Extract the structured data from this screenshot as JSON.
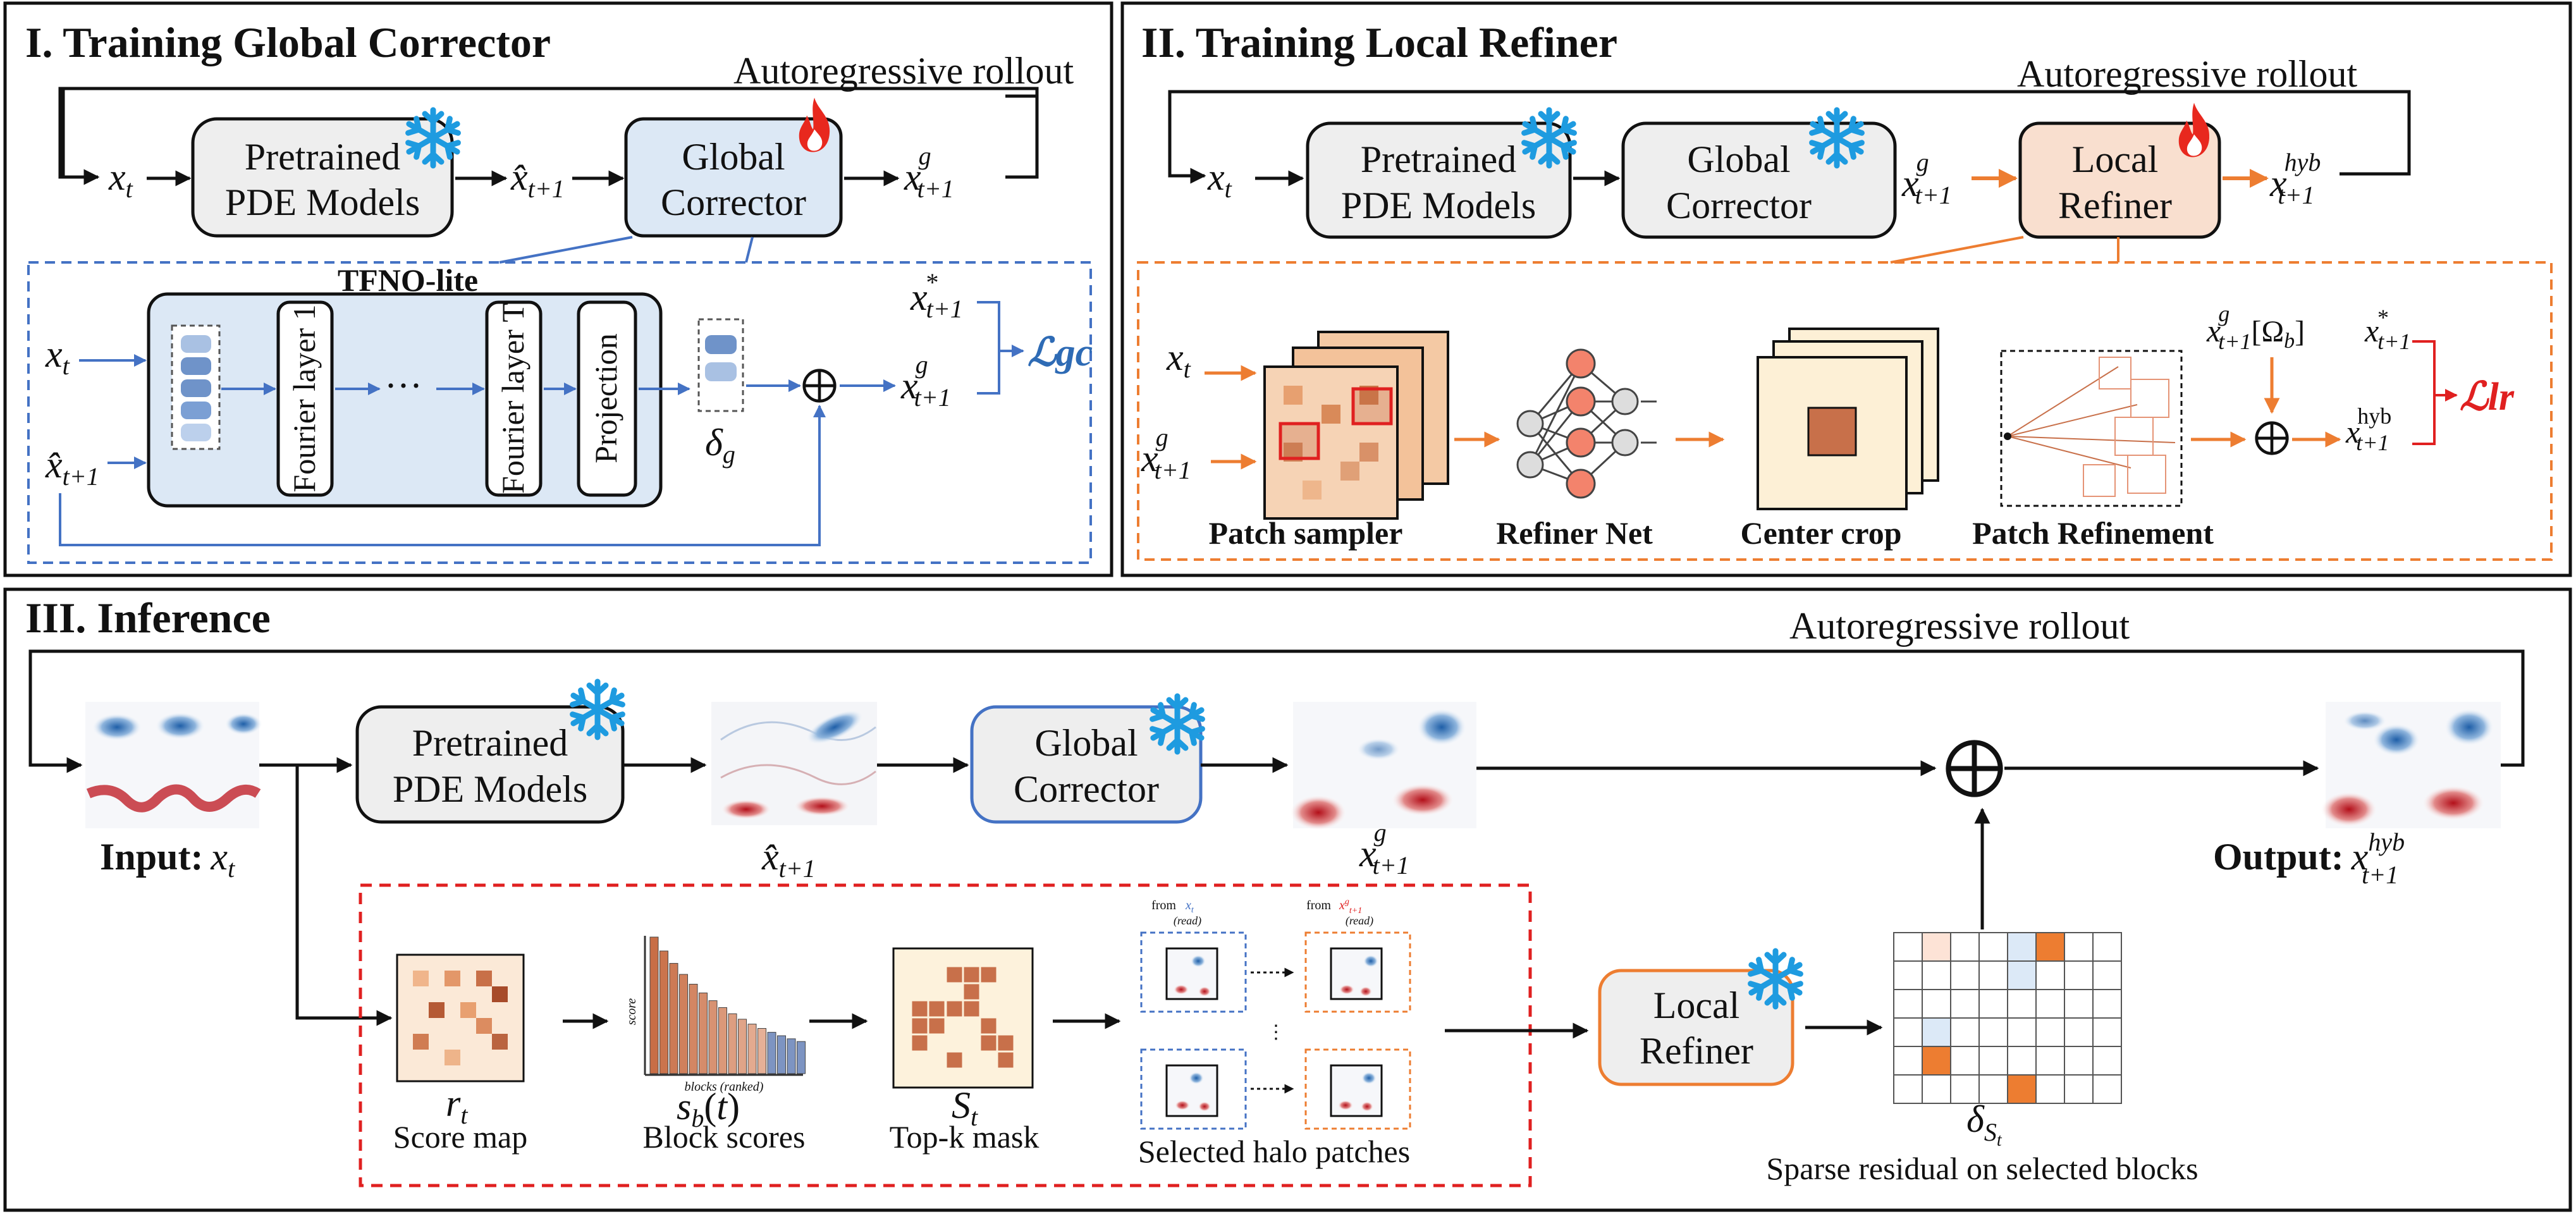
{
  "panel1": {
    "title": "I. Training Global Corrector",
    "rollout": "Autoregressive rollout",
    "pretrained": [
      "Pretrained",
      "PDE Models"
    ],
    "corrector": [
      "Global",
      "Corrector"
    ],
    "tfno_title": "TFNO-lite",
    "fourier_first": "Fourier layer 1",
    "fourier_last": "Fourier layer T",
    "projection": "Projection",
    "ellipsis": "···",
    "loss": "ℒgc"
  },
  "panel2": {
    "title": "II. Training Local Refiner",
    "rollout": "Autoregressive rollout",
    "pretrained": [
      "Pretrained",
      "PDE Models"
    ],
    "corrector": [
      "Global",
      "Corrector"
    ],
    "refiner": [
      "Local",
      "Refiner"
    ],
    "patch_sampler": "Patch sampler",
    "refiner_net": "Refiner Net",
    "center_crop": "Center crop",
    "patch_refinement": "Patch Refinement",
    "loss": "ℒlr"
  },
  "panel3": {
    "title": "III. Inference",
    "rollout": "Autoregressive rollout",
    "input_label": "Input:",
    "output_label": "Output:",
    "pretrained": [
      "Pretrained",
      "PDE Models"
    ],
    "corrector": [
      "Global",
      "Corrector"
    ],
    "refiner": [
      "Local",
      "Refiner"
    ],
    "score_map": "Score map",
    "block_scores": "Block scores",
    "topk_mask": "Top-k mask",
    "halo_patches": "Selected halo patches",
    "sparse_residual": "Sparse residual on selected blocks",
    "from_read": "(read)",
    "from": "from",
    "chart_score_axis": "score",
    "chart_blocks_axis": "blocks (ranked)"
  },
  "colors": {
    "blue": "#4472C4",
    "orange": "#ED7D31",
    "red": "#E02020",
    "ice": "#1E9BE0",
    "fire": "#E8281E"
  },
  "icons": [
    "snowflake-icon",
    "flame-icon",
    "oplus-icon"
  ]
}
